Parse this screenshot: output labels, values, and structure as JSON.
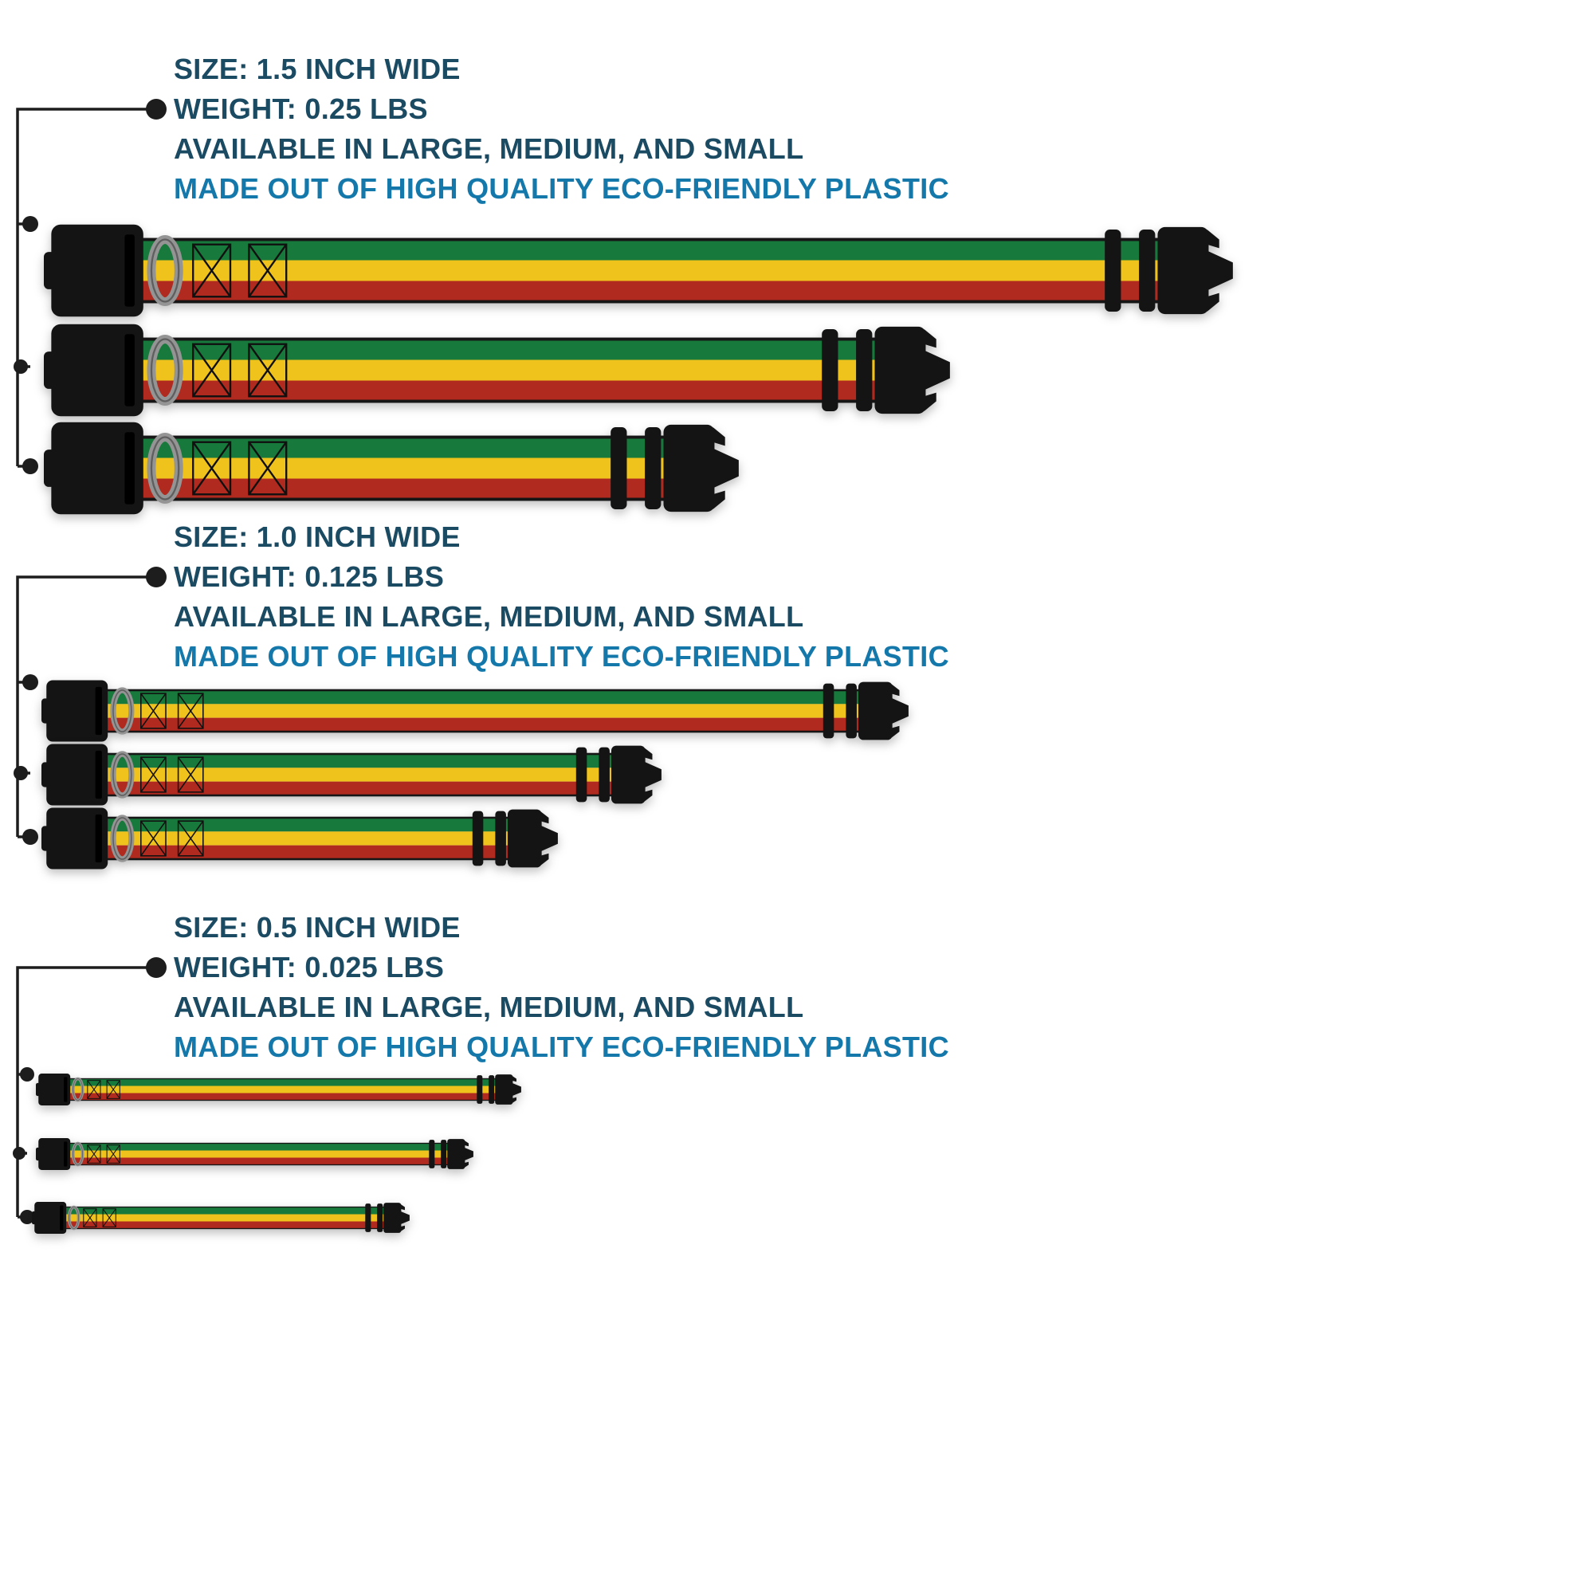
{
  "colors": {
    "background": "#ffffff",
    "heading_text": "#1b4a63",
    "accent_text": "#1478ab",
    "callout": "#1d1d1d",
    "stripe_green": "#17793b",
    "stripe_yellow": "#f0c31c",
    "stripe_red": "#b02a1f",
    "buckle_black": "#141414",
    "ring_gray": "#949494"
  },
  "sections": [
    {
      "size": "SIZE: 1.5 INCH WIDE",
      "weight": "WEIGHT: 0.25 LBS",
      "availability": "AVAILABLE IN LARGE, MEDIUM, AND SMALL",
      "material": "MADE OUT OF HIGH QUALITY ECO-FRIENDLY PLASTIC"
    },
    {
      "size": "SIZE: 1.0 INCH WIDE",
      "weight": "WEIGHT: 0.125 LBS",
      "availability": "AVAILABLE IN LARGE, MEDIUM, AND SMALL",
      "material": "MADE OUT OF HIGH QUALITY ECO-FRIENDLY PLASTIC"
    },
    {
      "size": "SIZE: 0.5 INCH WIDE",
      "weight": "WEIGHT: 0.025 LBS",
      "availability": "AVAILABLE IN LARGE, MEDIUM, AND SMALL",
      "material": "MADE OUT OF HIGH QUALITY ECO-FRIENDLY PLASTIC"
    }
  ]
}
